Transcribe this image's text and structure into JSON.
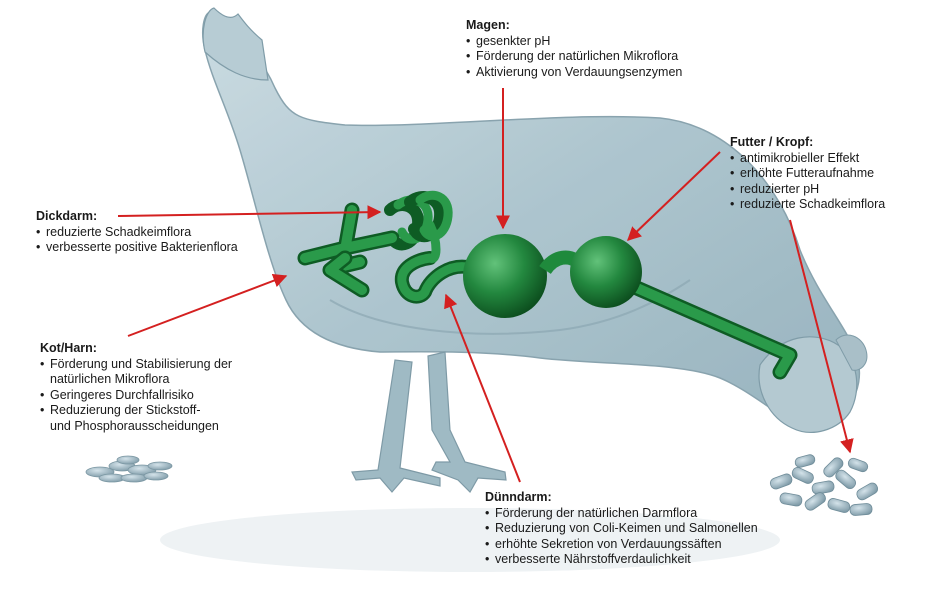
{
  "labels": {
    "magen": {
      "title": "Magen:",
      "items": [
        "gesenkter pH",
        "Förderung der natürlichen Mikroflora",
        "Aktivierung von Verdauungsenzymen"
      ]
    },
    "futter": {
      "title": "Futter / Kropf:",
      "items": [
        "antimikrobieller Effekt",
        "erhöhte Futteraufnahme",
        "reduzierter pH",
        "reduzierte Schadkeimflora"
      ]
    },
    "dickdarm": {
      "title": "Dickdarm:",
      "items": [
        "reduzierte Schadkeimflora",
        "verbesserte positive Bakterienflora"
      ]
    },
    "kot": {
      "title": "Kot/Harn:",
      "items": [
        "Förderung und Stabilisierung der",
        "natürlichen Mikroflora",
        "Geringeres Durchfallrisiko",
        "Reduzierung der Stickstoff-",
        "und Phosphorausscheidungen"
      ]
    },
    "duenndarm": {
      "title": "Dünndarm:",
      "items": [
        "Förderung der natürlichen Darmflora",
        "Reduzierung von Coli-Keimen und Salmonellen",
        "erhöhte Sekretion von Verdauungssäften",
        "verbesserte Nährstoffverdaulichkeit"
      ]
    }
  },
  "colors": {
    "arrow": "#d42020",
    "organ": "#1f8a3c",
    "organ_dark": "#0e5c24",
    "body_glass": "#a9c3cd"
  }
}
